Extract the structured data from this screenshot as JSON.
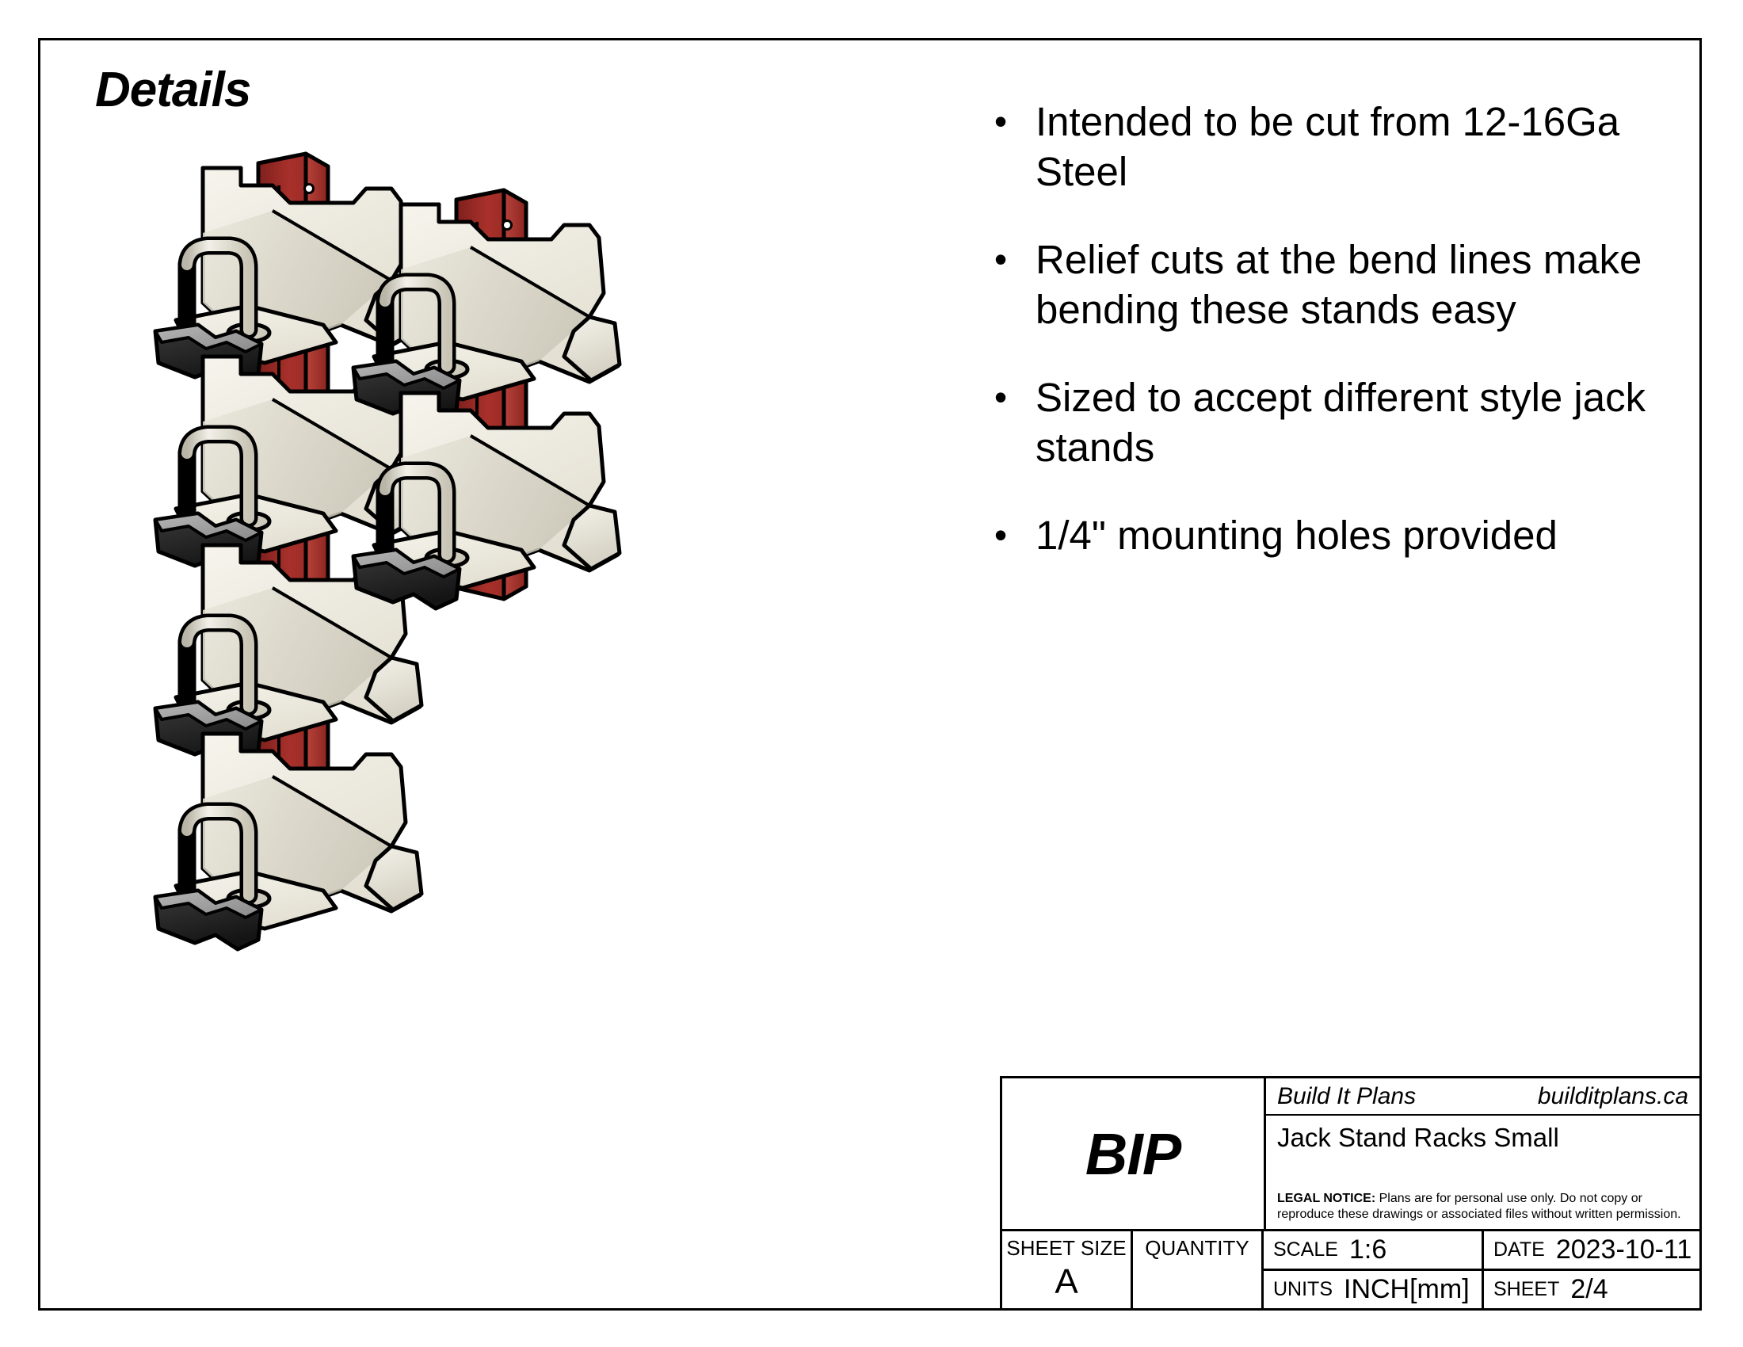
{
  "sheet": {
    "title": "Details"
  },
  "notes": {
    "items": [
      {
        "bullet": "•",
        "text": "Intended to be cut from 12-16Ga Steel"
      },
      {
        "bullet": "•",
        "text": "Relief cuts at the bend lines make bending these stands easy"
      },
      {
        "bullet": "•",
        "text": "Sized to accept different style jack stands"
      },
      {
        "bullet": "•",
        "text": "1/4\" mounting holes provided"
      }
    ]
  },
  "title_block": {
    "logo": "BIP",
    "brand_name": "Build It Plans",
    "brand_site": "builditplans.ca",
    "part_title": "Jack Stand Racks Small",
    "legal_label": "LEGAL NOTICE:",
    "legal_body": " Plans are for personal use only. Do not copy or reproduce these drawings or associated files without written permission.",
    "sheet_size_label": "SHEET SIZE",
    "sheet_size_value": "A",
    "quantity_label": "QUANTITY",
    "quantity_value": "",
    "scale_label": "SCALE",
    "scale_value": "1:6",
    "date_label": "DATE",
    "date_value": "2023-10-11",
    "units_label": "UNITS",
    "units_value": "INCH[mm]",
    "sheet_label": "SHEET",
    "sheet_value": "2/4"
  },
  "illustration": {
    "name": "jack-stand-racks-isometric-view",
    "description": "Isometric 3D render of wall-mounted jack stand racks: two vertical red steel rails with cream sheet-metal cradles holding jack stands with black bases",
    "left_column_units": 4,
    "right_column_units": 2,
    "colors": {
      "rail_red": "#a02a26",
      "rail_red_dark": "#6e1a18",
      "rail_red_light": "#b8433c",
      "stand_cream": "#efece2",
      "stand_cream_shade": "#d8d4c6",
      "stand_cream_dark": "#bdb9ab",
      "base_black": "#232323",
      "base_gray": "#9e9e9e",
      "outline": "#000000"
    }
  }
}
